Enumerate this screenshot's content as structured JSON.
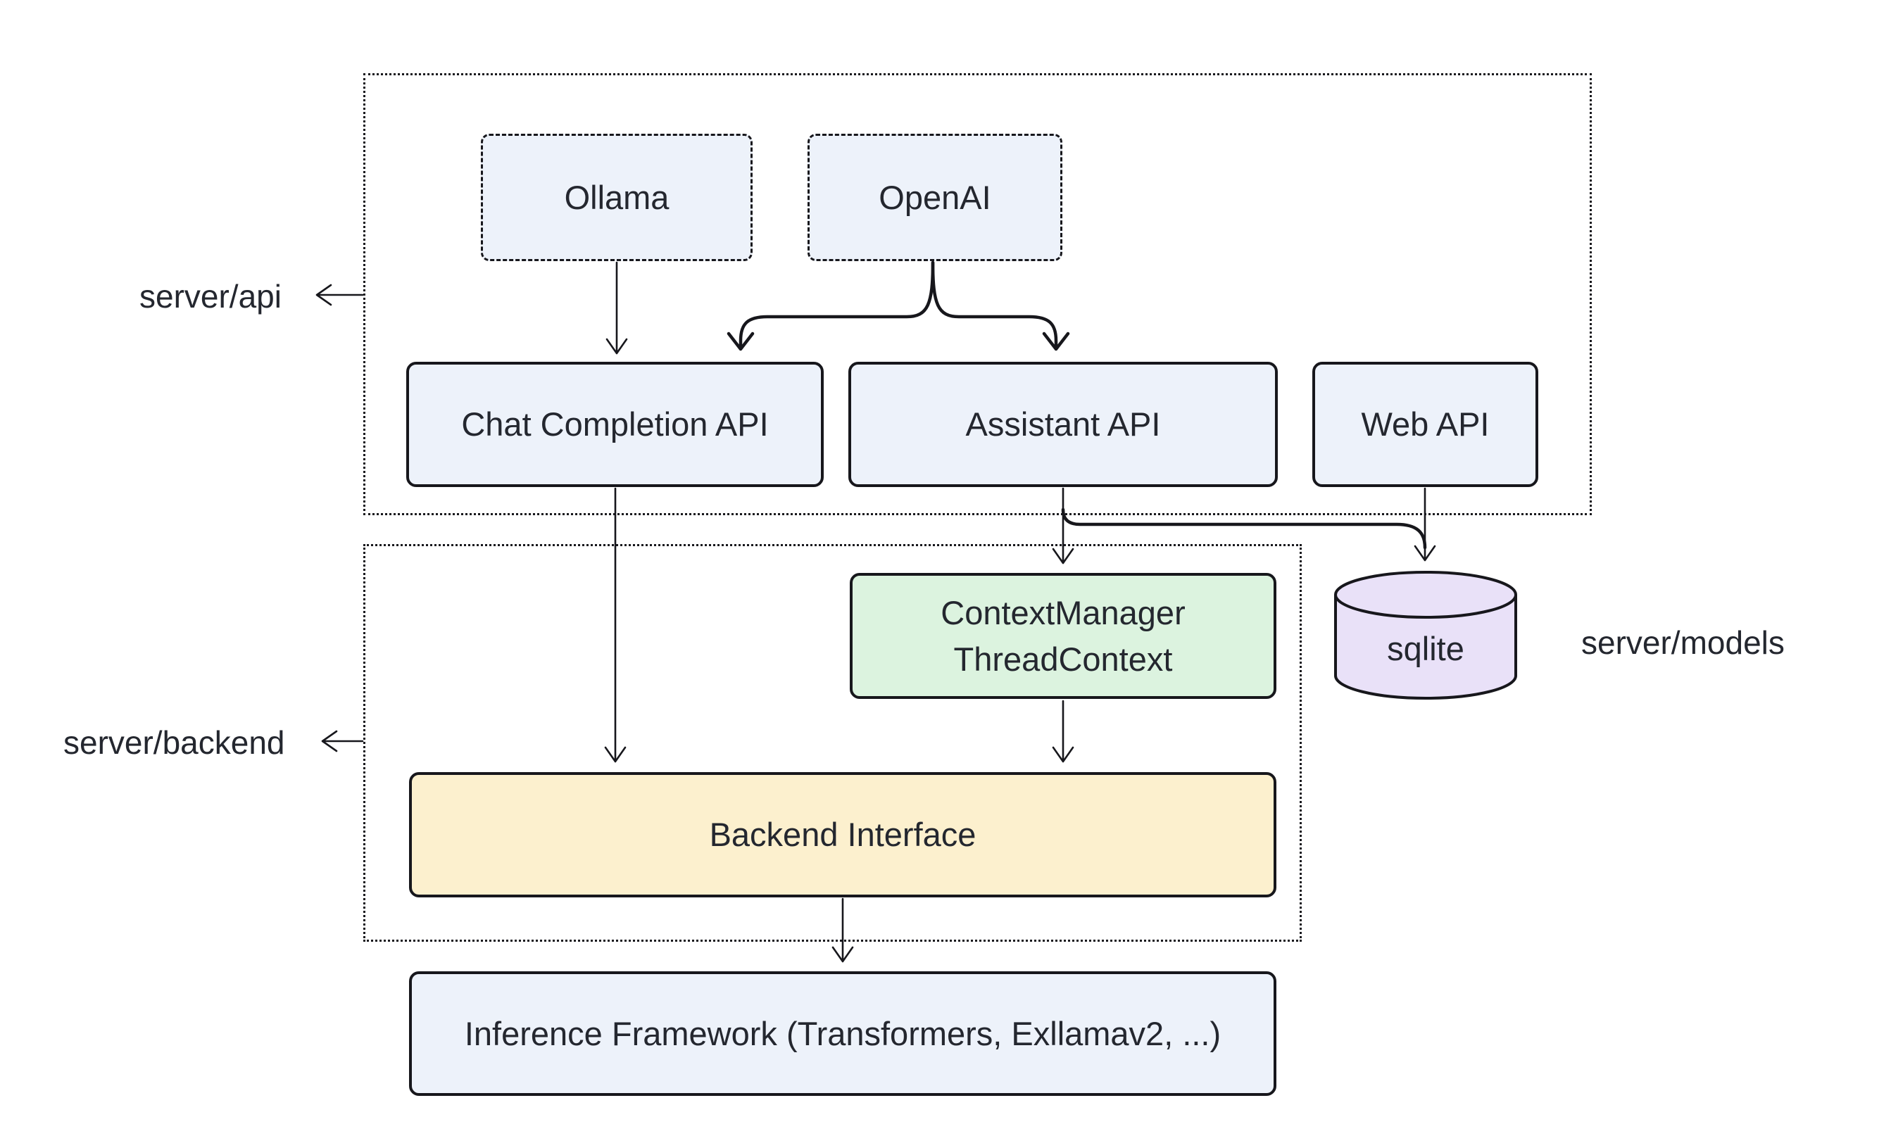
{
  "page": {
    "background": "#FFFFFF"
  },
  "diagram": {
    "groups": {
      "server_api": {
        "label": "server/api"
      },
      "server_backend": {
        "label": "server/backend"
      },
      "server_models": {
        "label": "server/models"
      }
    },
    "nodes": {
      "ollama": {
        "label": "Ollama"
      },
      "openai": {
        "label": "OpenAI"
      },
      "chat_completion_api": {
        "label": "Chat Completion API"
      },
      "assistant_api": {
        "label": "Assistant API"
      },
      "web_api": {
        "label": "Web API"
      },
      "context_manager": {
        "line1": "ContextManager",
        "line2": "ThreadContext"
      },
      "backend_interface": {
        "label": "Backend Interface"
      },
      "sqlite": {
        "label": "sqlite"
      },
      "inference_framework": {
        "label": "Inference Framework (Transformers, Exllamav2, ...)"
      }
    },
    "edges": [
      {
        "from": "ollama",
        "to": "chat_completion_api"
      },
      {
        "from": "openai",
        "to": "chat_completion_api"
      },
      {
        "from": "openai",
        "to": "assistant_api"
      },
      {
        "from": "chat_completion_api",
        "to": "backend_interface"
      },
      {
        "from": "assistant_api",
        "to": "context_manager"
      },
      {
        "from": "assistant_api",
        "to": "sqlite"
      },
      {
        "from": "web_api",
        "to": "sqlite"
      },
      {
        "from": "context_manager",
        "to": "backend_interface"
      },
      {
        "from": "backend_interface",
        "to": "inference_framework"
      }
    ],
    "colors": {
      "node_blue": "#EDF2FA",
      "node_green": "#DCF3DF",
      "node_yellow": "#FCF0CE",
      "node_purple": "#E9E1F8",
      "stroke": "#17171C",
      "text": "#24272F",
      "background": "#FFFFFF"
    }
  }
}
